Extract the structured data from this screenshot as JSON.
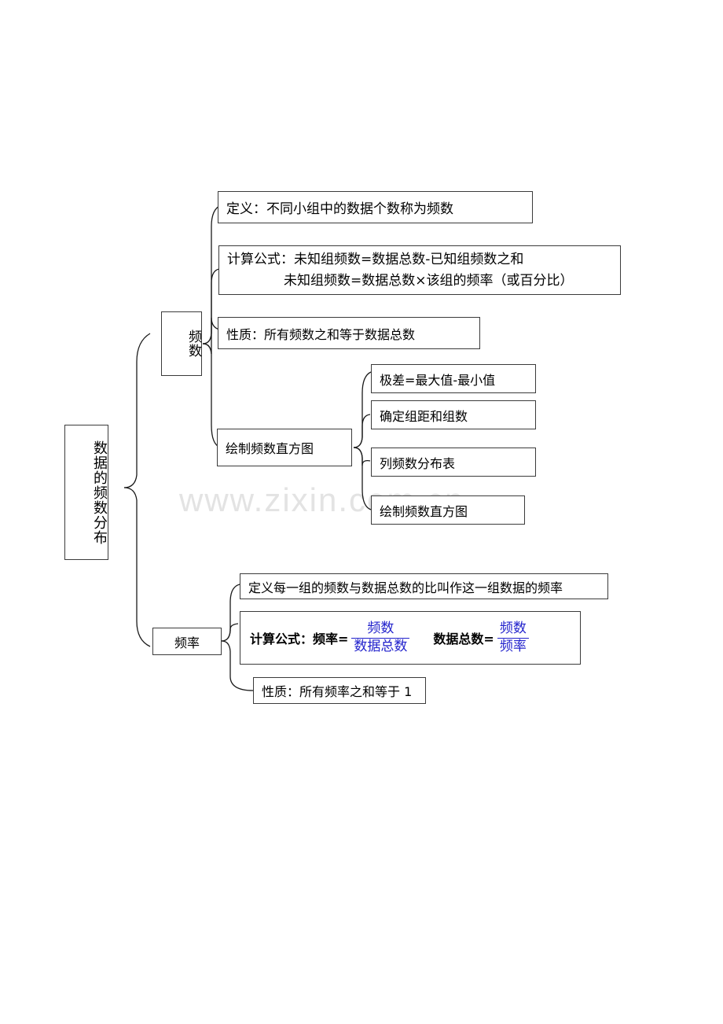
{
  "diagram": {
    "type": "mind-map",
    "watermark": "www.zixin.com.cn",
    "root": {
      "label": "数据的频数分布"
    },
    "branches": [
      {
        "id": "frequency-count",
        "label": "频数",
        "children": [
          {
            "id": "definition",
            "text": "定义：不同小组中的数据个数称为频数"
          },
          {
            "id": "formula",
            "line1": "计算公式：未知组频数=数据总数-已知组频数之和",
            "line2": "未知组频数=数据总数×该组的频率（或百分比）"
          },
          {
            "id": "property",
            "text": "性质：所有频数之和等于数据总数"
          },
          {
            "id": "draw-histogram",
            "text": "绘制频数直方图",
            "steps": [
              "极差=最大值-最小值",
              "确定组距和组数",
              "列频数分布表",
              "绘制频数直方图"
            ]
          }
        ]
      },
      {
        "id": "frequency-rate",
        "label": "频率",
        "children": [
          {
            "id": "definition",
            "text": "定义每一组的频数与数据总数的比叫作这一组数据的频率"
          },
          {
            "id": "formula",
            "lead1": "计算公式：频率=",
            "frac1_num": "频数",
            "frac1_den": "数据总数",
            "lead2": "数据总数=",
            "frac2_num": "频数",
            "frac2_den": "频率"
          },
          {
            "id": "property",
            "text": "性质：所有频率之和等于 1"
          }
        ]
      }
    ],
    "colors": {
      "fraction": "#2222cc",
      "border": "#3b3b3b",
      "watermark": "#e3e3e3"
    }
  }
}
